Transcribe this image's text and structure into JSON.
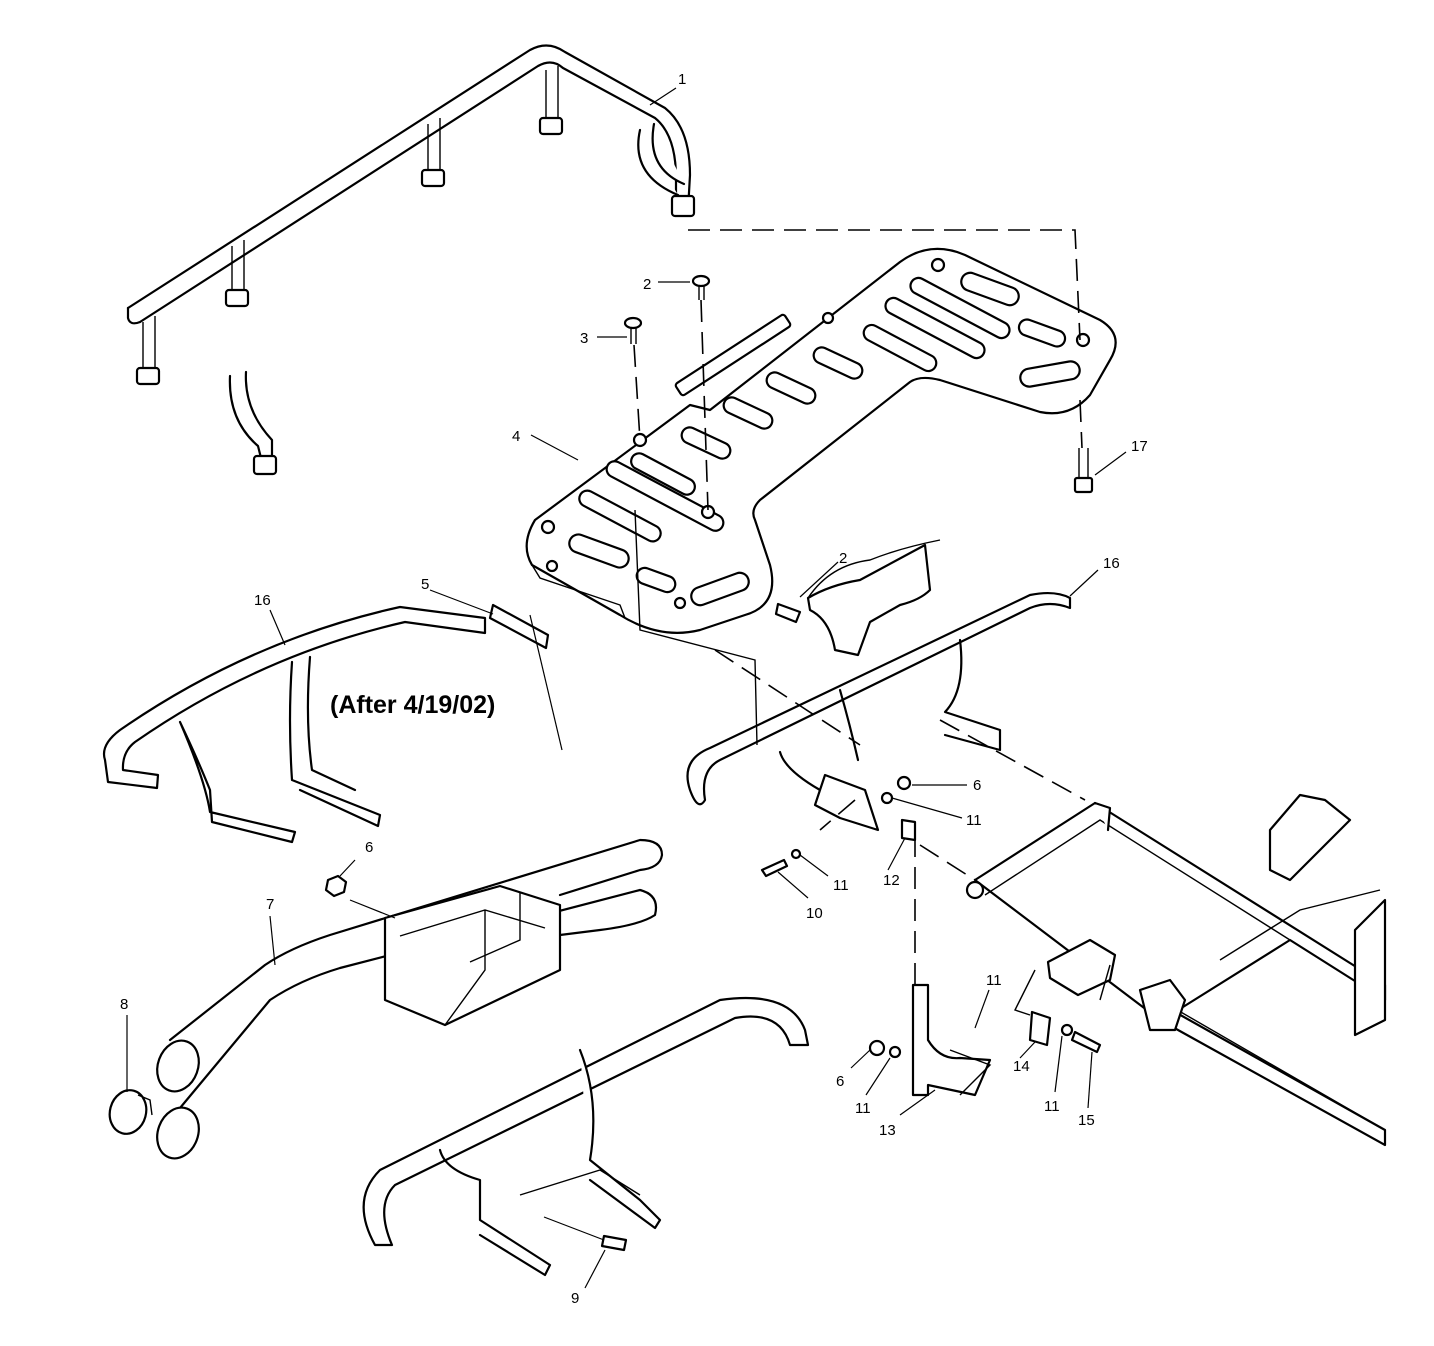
{
  "note": "(After 4/19/02)",
  "callouts": [
    "1",
    "2",
    "3",
    "4",
    "17",
    "2",
    "16",
    "5",
    "16",
    "6",
    "11",
    "11",
    "10",
    "12",
    "6",
    "7",
    "8",
    "11",
    "6",
    "11",
    "13",
    "14",
    "11",
    "15",
    "9"
  ],
  "colors": {
    "line": "#000000",
    "background": "#ffffff"
  }
}
